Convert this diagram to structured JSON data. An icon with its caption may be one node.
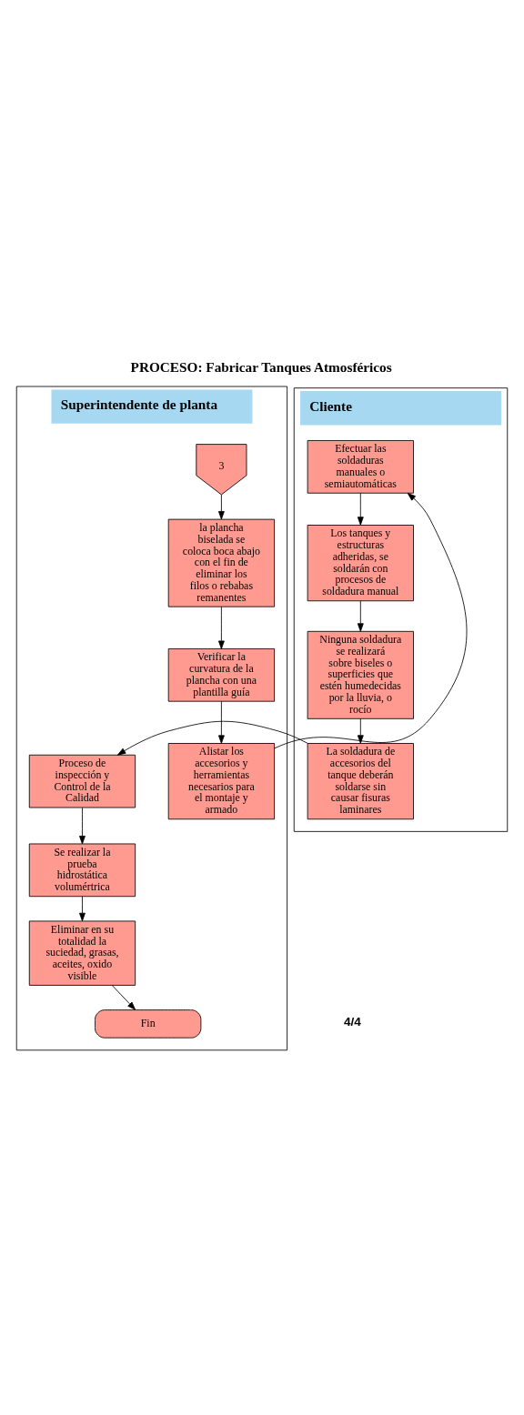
{
  "diagram": {
    "title": "PROCESO: Fabricar Tanques Atmosféricos",
    "nodes": [
      {
        "text": [
          "Superintendente de planta"
        ]
      },
      {
        "text": [
          "Cliente"
        ]
      },
      {
        "text": [
          "3"
        ],
        "in": 0
      },
      {
        "text": [
          "la plancha biselada se coloca boca abajo con el fin de eliminar los filos o rebabas remanentes"
        ],
        "in": 0
      },
      {
        "text": [
          "Verificar la curvatura de la plancha con una plantilla guía"
        ],
        "in": 0
      },
      {
        "text": [
          "Alistar los accesorios y herramientas necesarios para el montaje y armado"
        ],
        "in": 0
      },
      {
        "text": [
          "Efectuar las soldaduras manuales o semiautomáticas"
        ],
        "in": 1
      },
      {
        "text": [
          "Los tanques y estructuras adheridas, se soldarán con procesos de soldadura manual"
        ],
        "in": 1
      },
      {
        "text": [
          "Ninguna soldadura se realizará sobre biseles o superficies que estén humedecidas por la lluvia, o rocío"
        ],
        "in": 1
      },
      {
        "text": [
          "La soldadura de accesorios del tanque deberán soldarse sin causar fisuras laminares"
        ],
        "in": 1
      },
      {
        "text": [
          "Proceso de inspección y Control de la Calidad"
        ],
        "in": 0
      },
      {
        "text": [
          "Se realizar la prueba hidrostática volumértrica"
        ],
        "in": 0
      },
      {
        "text": [
          "Eliminar en su totalidad la suciedad, grasas, aceites, oxido visible"
        ],
        "in": 0
      },
      {
        "text": [
          "Fin"
        ],
        "in": 0
      }
    ],
    "edges": [
      {
        "from": 2,
        "to": 3,
        "arrow": "to"
      },
      {
        "from": 3,
        "to": 4,
        "arrow": "to"
      },
      {
        "from": 4,
        "to": 5,
        "arrow": "to"
      },
      {
        "from": 5,
        "to": 6,
        "arrow": "to"
      },
      {
        "from": 6,
        "to": 7,
        "arrow": "to"
      },
      {
        "from": 7,
        "to": 8,
        "arrow": "to"
      },
      {
        "from": 8,
        "to": 9,
        "arrow": "to"
      },
      {
        "from": 9,
        "to": 10,
        "arrow": "to"
      },
      {
        "from": 10,
        "to": 11,
        "arrow": "to"
      },
      {
        "from": 11,
        "to": 12,
        "arrow": "to"
      },
      {
        "from": 12,
        "to": 13,
        "arrow": "to"
      }
    ],
    "labels": [
      "4/4"
    ]
  }
}
